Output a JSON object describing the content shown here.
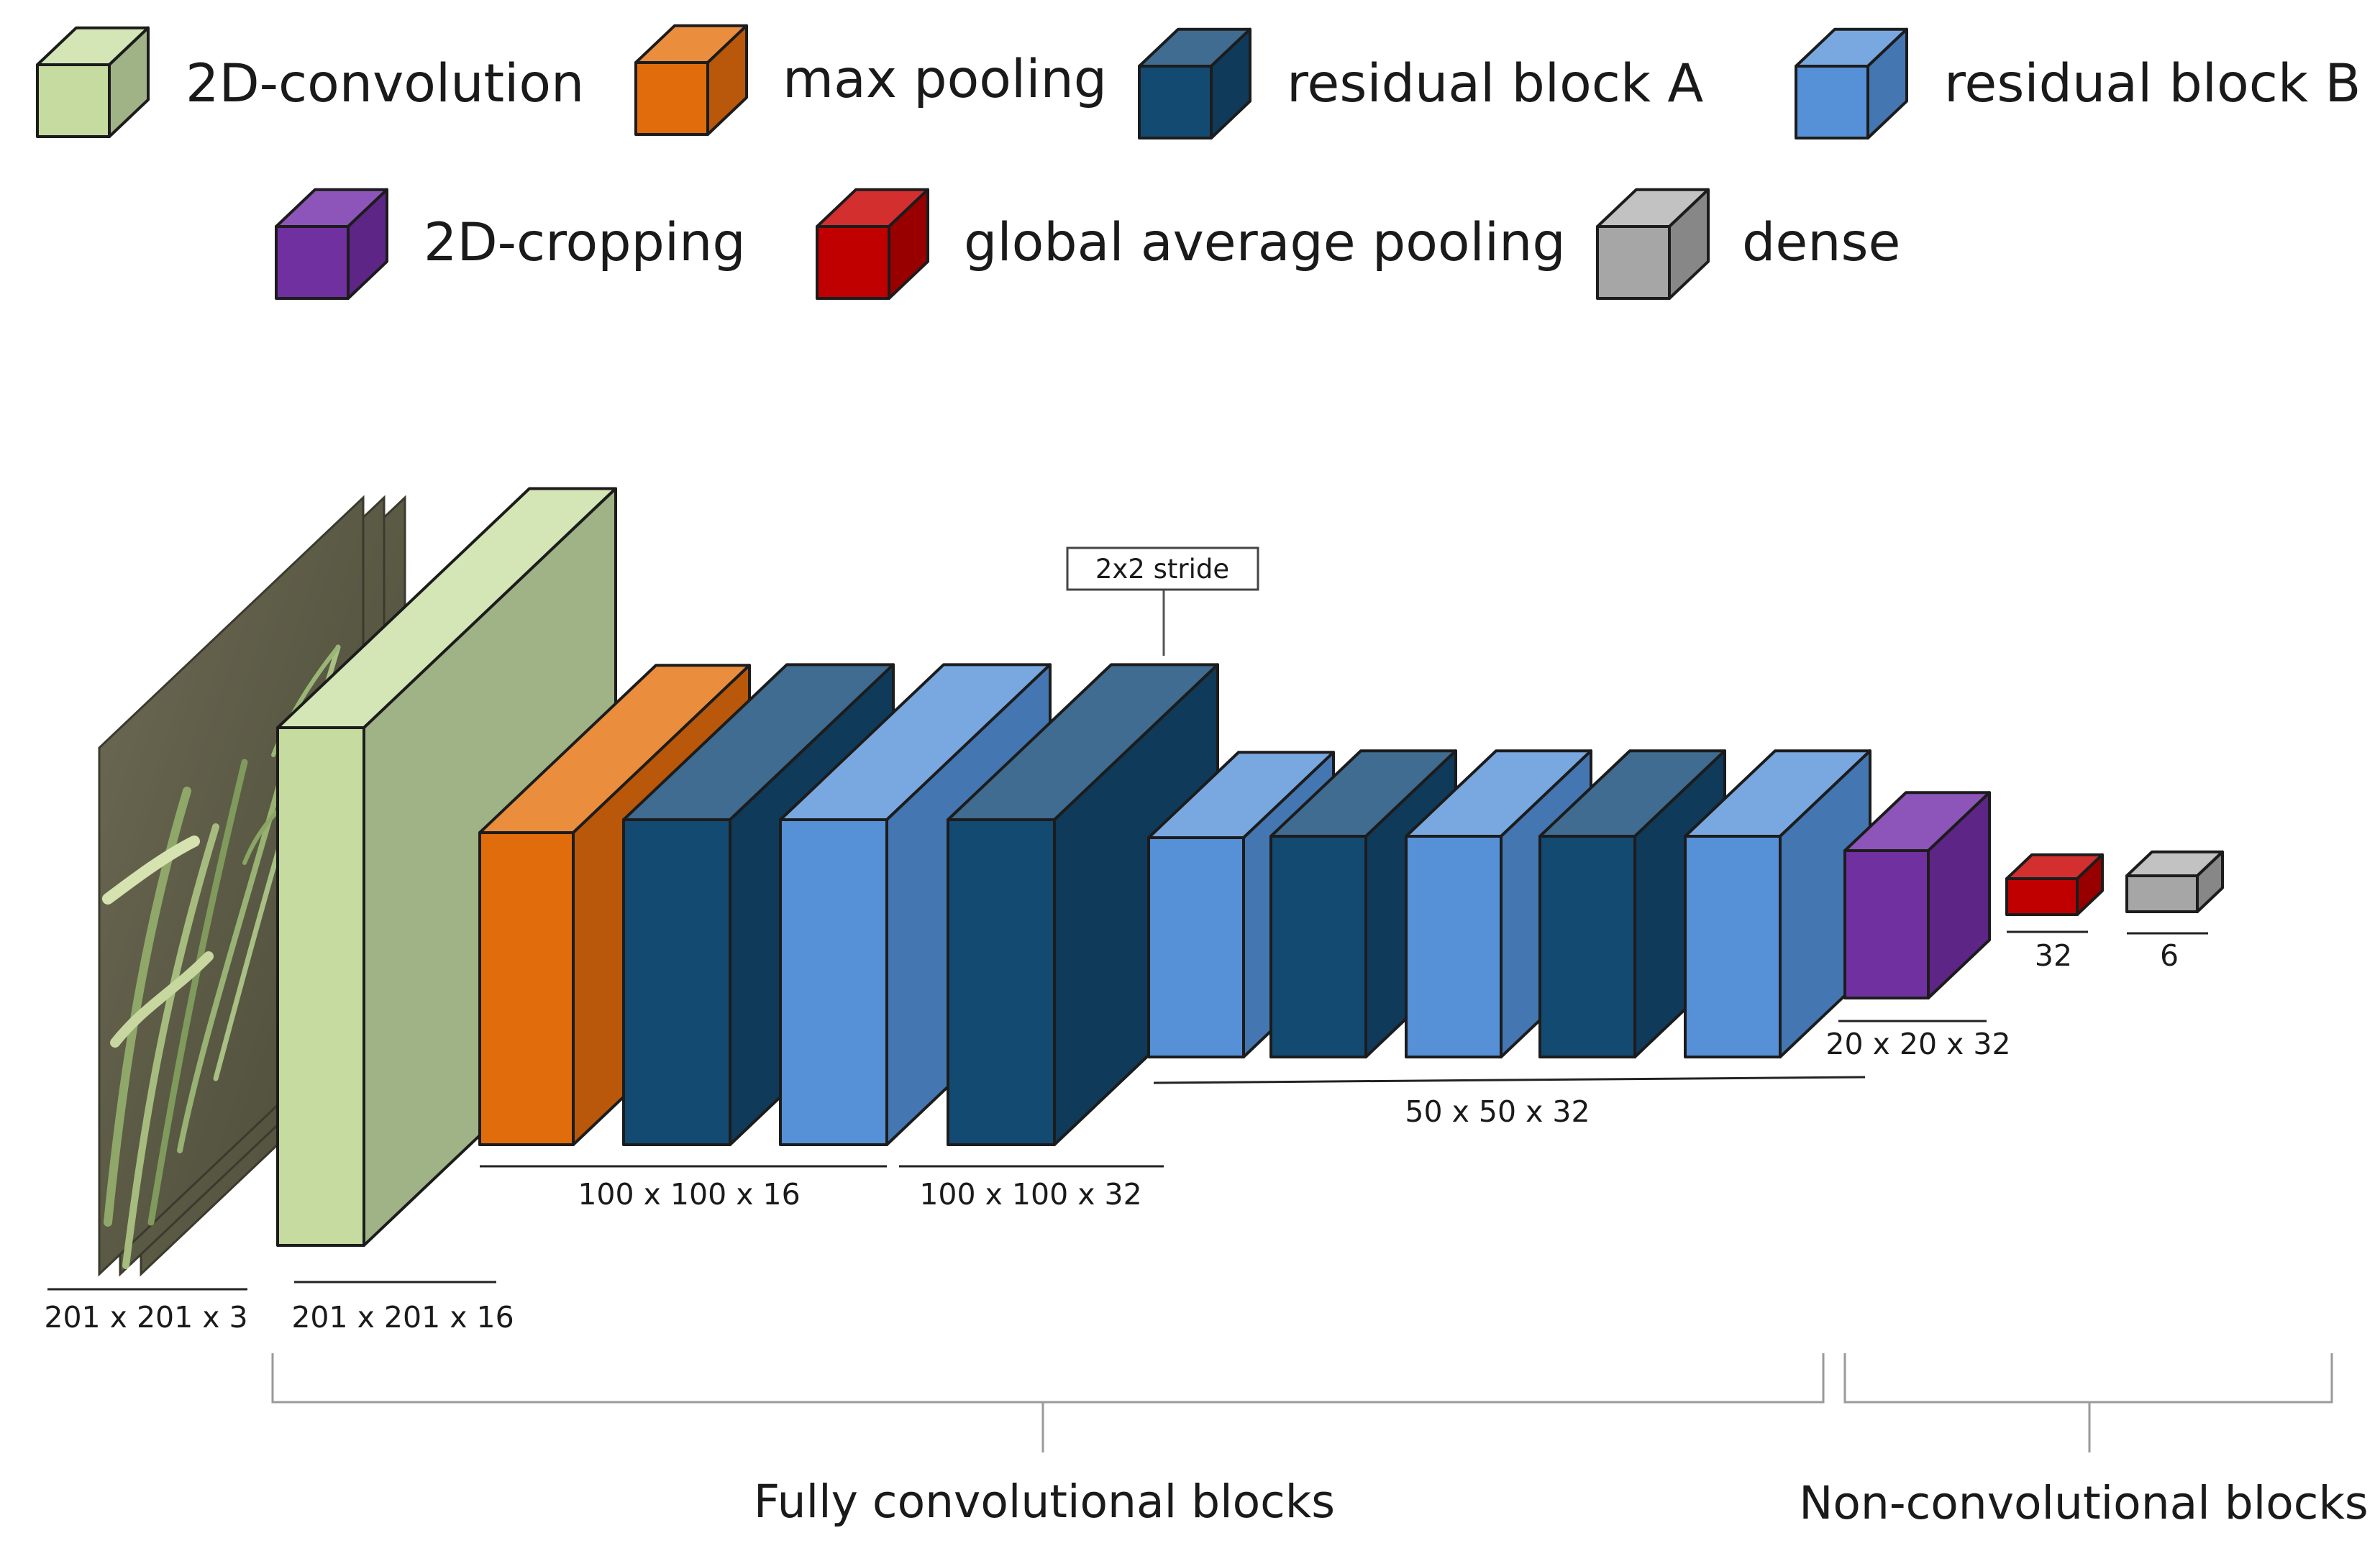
{
  "legend": [
    {
      "label": "2D-convolution",
      "colors": {
        "front": "#c6dba0",
        "top": "#d4e5b6",
        "side": "#a0b386"
      }
    },
    {
      "label": "max pooling",
      "colors": {
        "front": "#e06c0b",
        "top": "#ea8e3e",
        "side": "#b9580a"
      }
    },
    {
      "label": "residual block A",
      "colors": {
        "front": "#134a72",
        "top": "#3f6c90",
        "side": "#0f3a5a"
      }
    },
    {
      "label": "residual block B",
      "colors": {
        "front": "#5690d6",
        "top": "#79a8e0",
        "side": "#4476b2"
      }
    },
    {
      "label": "2D-cropping",
      "colors": {
        "front": "#7030a0",
        "top": "#8d55b9",
        "side": "#5d2586"
      }
    },
    {
      "label": "global average pooling",
      "colors": {
        "front": "#c00000",
        "top": "#d32f2f",
        "side": "#980000"
      }
    },
    {
      "label": "dense",
      "colors": {
        "front": "#a6a6a6",
        "top": "#c2c2c2",
        "side": "#878787"
      }
    }
  ],
  "dimension_labels": {
    "input": "201 x 201 x 3",
    "conv": "201 x 201 x 16",
    "pool_resA": "100 x 100 x 16",
    "stride_block": "100 x 100 x 32",
    "mid_stack": "50 x 50 x 32",
    "crop": "20 x 20 x 32",
    "gap": "32",
    "dense": "6"
  },
  "annotations": {
    "stride": "2x2 stride"
  },
  "groups": {
    "fully_conv": "Fully convolutional blocks",
    "non_conv": "Non-convolutional blocks"
  },
  "input_image": "field crop image (plant shoots on soil)"
}
